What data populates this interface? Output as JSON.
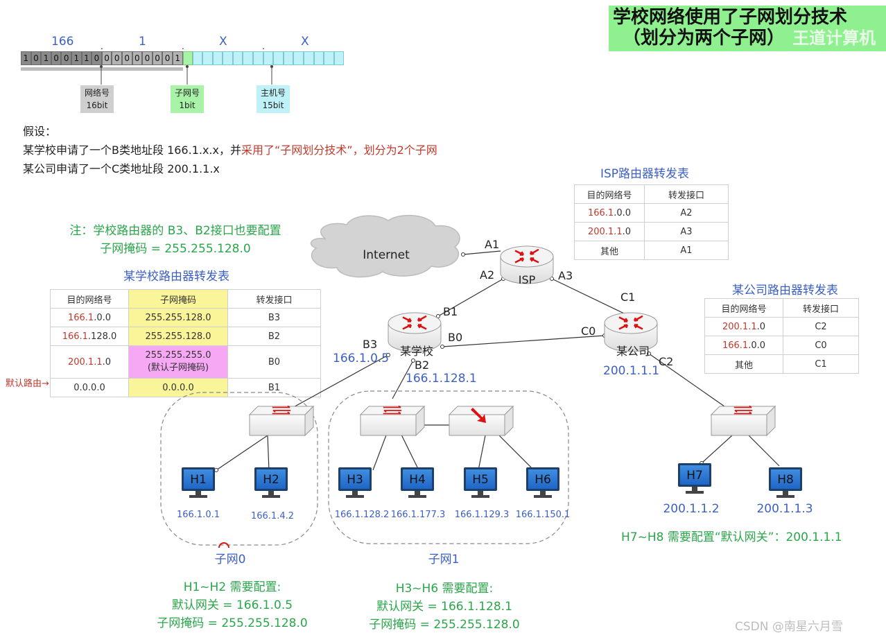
{
  "title": {
    "line1": "学校网络使用了子网划分技术",
    "line2": "（划分为两个子网）",
    "watermark": "王道计算机"
  },
  "address_bits": {
    "octets": [
      "166",
      "1",
      "X",
      "X"
    ],
    "gray_bits": [
      "1",
      "0",
      "1",
      "0",
      "0",
      "1",
      "1",
      "0",
      "0",
      "0",
      "0",
      "0",
      "0",
      "0",
      "0",
      "1"
    ],
    "legend": [
      {
        "label": "网络号",
        "bits": "16bit",
        "color": "#cfcfcf"
      },
      {
        "label": "子网号",
        "bits": "1bit",
        "color": "#a9f3a9"
      },
      {
        "label": "主机号",
        "bits": "15bit",
        "color": "#bff1f8"
      }
    ]
  },
  "assumption": {
    "heading": "假设：",
    "line1_pre": "某学校申请了一个B类地址段 166.1.x.x，并",
    "line1_red": "采用了“子网划分技术”，划分为2个子网",
    "line2": "某公司申请了一个C类地址段 200.1.1.x"
  },
  "note": {
    "line1": "注：学校路由器的 B3、B2接口也要配置",
    "line2": "子网掩码 = 255.255.128.0"
  },
  "school_table": {
    "title": "某学校路由器转发表",
    "headers": [
      "目的网络号",
      "子网掩码",
      "转发接口"
    ],
    "rows": [
      {
        "net_red": "166.1",
        "net_rest": ".0.0",
        "mask": "255.255.128.0",
        "mask2": "",
        "port": "B3"
      },
      {
        "net_red": "166.1",
        "net_rest": ".128.0",
        "mask": "255.255.128.0",
        "mask2": "",
        "port": "B2"
      },
      {
        "net_red": "200.1.1",
        "net_rest": ".0",
        "mask": "255.255.255.0",
        "mask2": "(默认子网掩码)",
        "port": "B0"
      },
      {
        "net_red": "",
        "net_rest": "0.0.0.0",
        "mask": "0.0.0.0",
        "mask2": "",
        "port": "B1"
      }
    ],
    "default_route_label": "默认路由→"
  },
  "isp_table": {
    "title": "ISP路由器转发表",
    "headers": [
      "目的网络号",
      "转发接口"
    ],
    "rows": [
      {
        "net_red": "166.1",
        "net_rest": ".0.0",
        "port": "A2"
      },
      {
        "net_red": "200.1.1",
        "net_rest": ".0",
        "port": "A3"
      },
      {
        "net_red": "",
        "net_rest": "其他",
        "port": "A1"
      }
    ]
  },
  "company_table": {
    "title": "某公司路由器转发表",
    "headers": [
      "目的网络号",
      "转发接口"
    ],
    "rows": [
      {
        "net_red": "200.1.1",
        "net_rest": ".0",
        "port": "C2"
      },
      {
        "net_red": "166.1",
        "net_rest": ".0.0",
        "port": "C0"
      },
      {
        "net_red": "",
        "net_rest": "其他",
        "port": "C1"
      }
    ]
  },
  "network": {
    "internet": "Internet",
    "routers": {
      "isp": "ISP",
      "school": "某学校",
      "company": "某公司"
    },
    "ports": {
      "A1": "A1",
      "A2": "A2",
      "A3": "A3",
      "B0": "B0",
      "B1": "B1",
      "B2": "B2",
      "B3": "B3",
      "C0": "C0",
      "C1": "C1",
      "C2": "C2"
    },
    "ips": {
      "b3": "166.1.0.5",
      "b2": "166.1.128.1",
      "c2": "200.1.1.1"
    },
    "hosts": [
      {
        "name": "H1",
        "ip": "166.1.0.1"
      },
      {
        "name": "H2",
        "ip": "166.1.4.2"
      },
      {
        "name": "H3",
        "ip": "166.1.128.2"
      },
      {
        "name": "H4",
        "ip": "166.1.177.3"
      },
      {
        "name": "H5",
        "ip": "166.1.129.3"
      },
      {
        "name": "H6",
        "ip": "166.1.150.1"
      },
      {
        "name": "H7",
        "ip": "200.1.1.2"
      },
      {
        "name": "H8",
        "ip": "200.1.1.3"
      }
    ],
    "subnet0": "子网0",
    "subnet1": "子网1"
  },
  "configs": {
    "h1h2": {
      "line1": "H1~H2 需要配置:",
      "line2": "默认网关 = 166.1.0.5",
      "line3": "子网掩码 = 255.255.128.0"
    },
    "h3h6": {
      "line1": "H3~H6 需要配置:",
      "line2": "默认网关 = 166.1.128.1",
      "line3": "子网掩码 = 255.255.128.0"
    },
    "h7h8": "H7~H8 需要配置“默认网关”：200.1.1.1"
  },
  "footer": "CSDN @南星六月雪",
  "colors": {
    "red": "#c0392b",
    "green": "#2aa64a",
    "blue": "#3b5fc4",
    "yellow": "#fbf59a",
    "pink": "#f7a8f5"
  }
}
